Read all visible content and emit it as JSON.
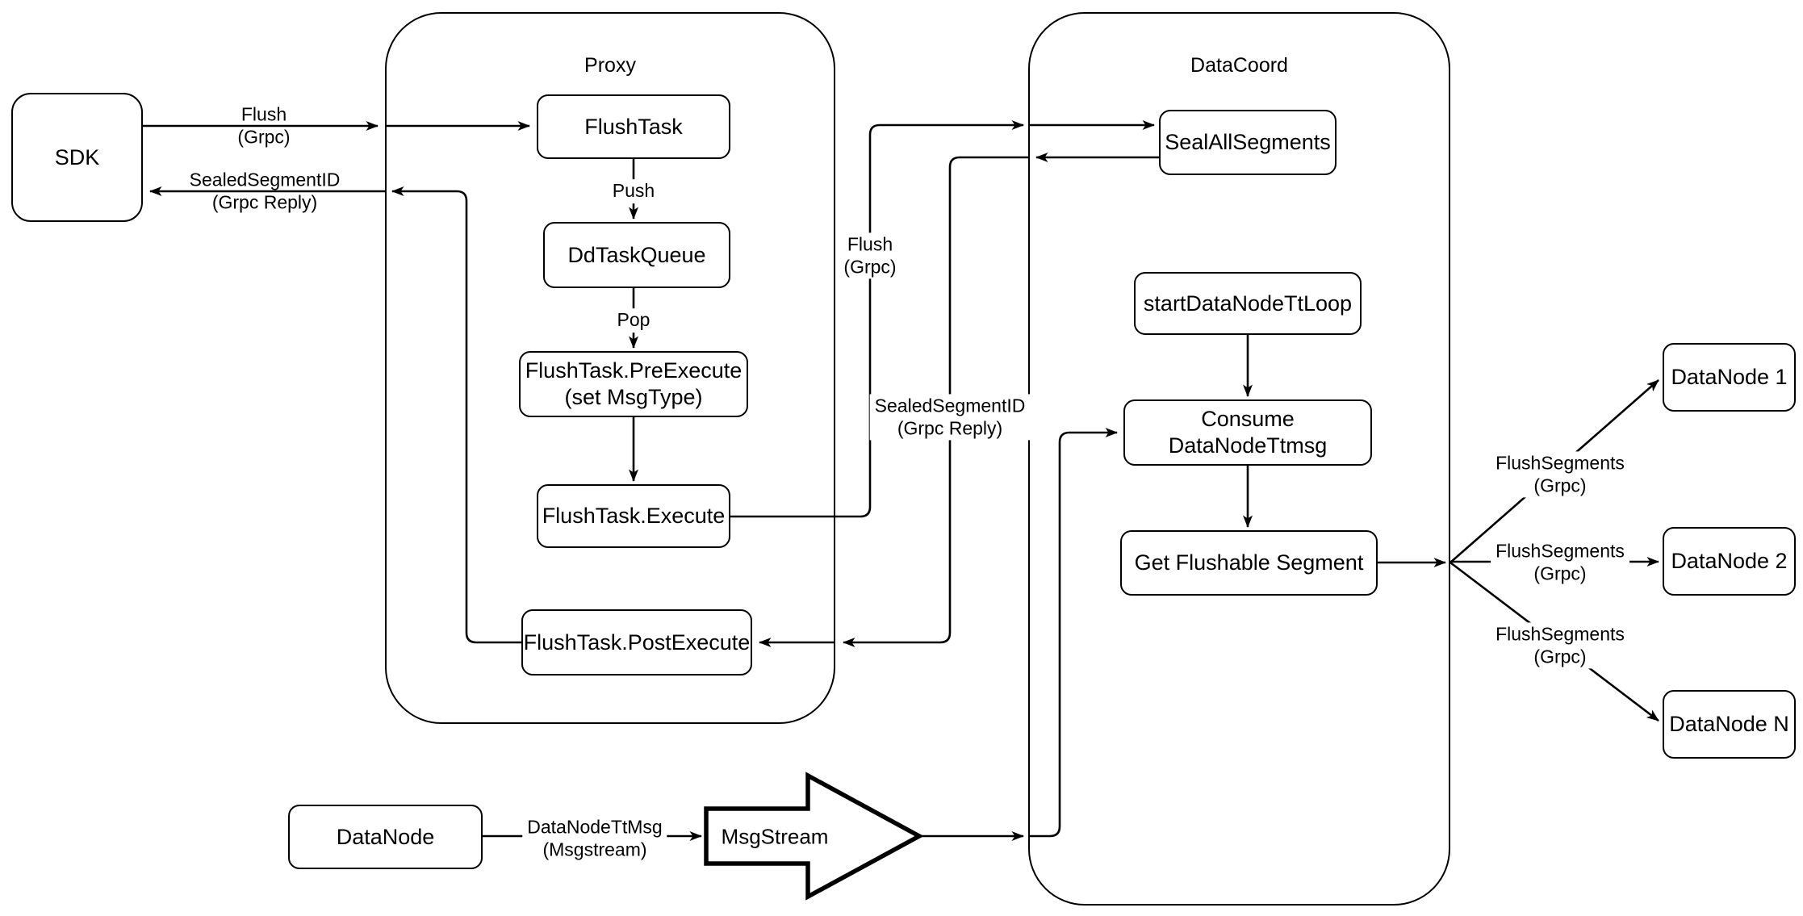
{
  "containers": {
    "proxy": "Proxy",
    "datacoord": "DataCoord"
  },
  "nodes": {
    "sdk": "SDK",
    "flush_task": "FlushTask",
    "dd_task_queue": "DdTaskQueue",
    "pre_execute": {
      "line1": "FlushTask.PreExecute",
      "line2": "(set MsgType)"
    },
    "execute": "FlushTask.Execute",
    "post_execute": "FlushTask.PostExecute",
    "seal_all_segments": "SealAllSegments",
    "start_datanode_tt_loop": "startDataNodeTtLoop",
    "consume_datanode_ttmsg": "Consume DataNodeTtmsg",
    "get_flushable_segment": "Get Flushable Segment",
    "datanode_1": "DataNode 1",
    "datanode_2": "DataNode 2",
    "datanode_n": "DataNode N",
    "datanode": "DataNode",
    "msgstream": "MsgStream"
  },
  "edge_labels": {
    "flush_sdk": {
      "line1": "Flush",
      "line2": "(Grpc)"
    },
    "sealed_sdk": {
      "line1": "SealedSegmentID",
      "line2": "(Grpc Reply)"
    },
    "push": "Push",
    "pop": "Pop",
    "flush_mid": {
      "line1": "Flush",
      "line2": "(Grpc)"
    },
    "sealed_mid": {
      "line1": "SealedSegmentID",
      "line2": "(Grpc Reply)"
    },
    "flush_segments_1": {
      "line1": "FlushSegments",
      "line2": "(Grpc)"
    },
    "flush_segments_2": {
      "line1": "FlushSegments",
      "line2": "(Grpc)"
    },
    "flush_segments_3": {
      "line1": "FlushSegments",
      "line2": "(Grpc)"
    },
    "datanode_ttmsg": {
      "line1": "DataNodeTtMsg",
      "line2": "(Msgstream)"
    }
  },
  "colors": {
    "stroke": "#000000",
    "node_fill": "#ffffff",
    "background": "#ffffff"
  }
}
